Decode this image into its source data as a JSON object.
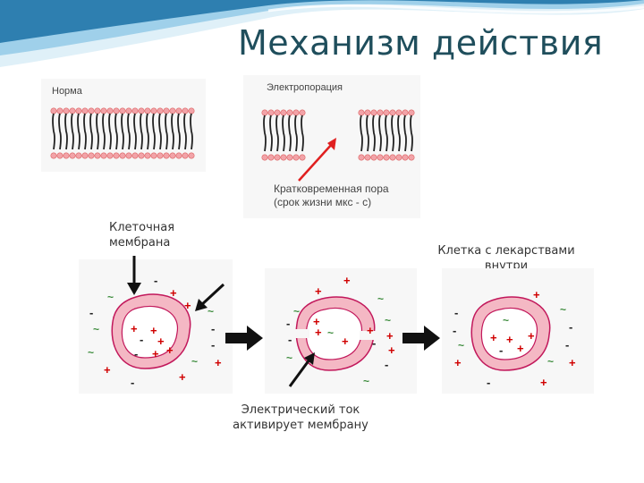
{
  "slide": {
    "title": "Механизм действия"
  },
  "panels": {
    "normal_label": "Норма",
    "electroporation_label": "Электропорация",
    "pore_caption_line1": "Кратковременная пора",
    "pore_caption_line2": "(срок жизни мкс - с)"
  },
  "captions": {
    "membrane_line1": "Клеточная",
    "membrane_line2": "мембрана",
    "cell_drugs_line1": "Клетка с лекарствами",
    "cell_drugs_line2": "внутри",
    "current_line1": "Электрический ток",
    "current_line2": "активирует мембрану"
  },
  "colors": {
    "title": "#1f4e5c",
    "membrane_fill": "#f4b8c4",
    "membrane_stroke": "#c2185b",
    "plus": "#d00000",
    "arrow_red": "#e02020",
    "wave": "#2e7fb0"
  }
}
